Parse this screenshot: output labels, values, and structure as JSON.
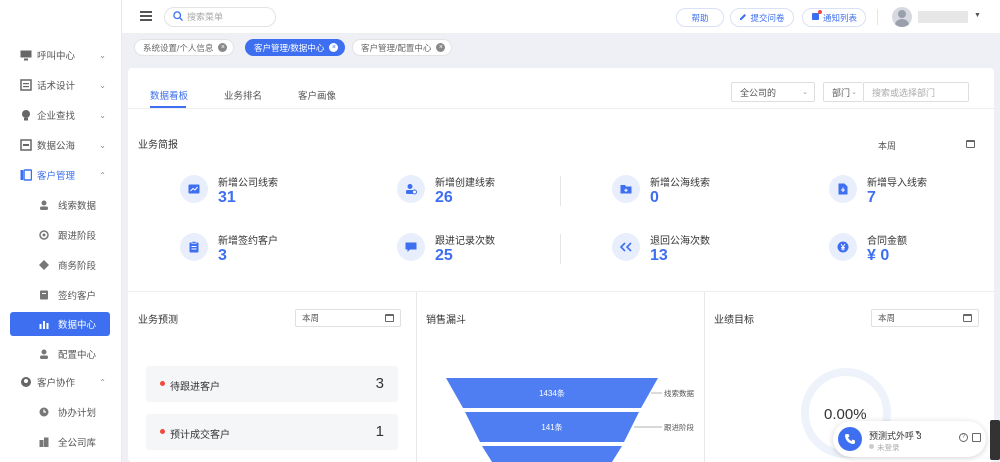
{
  "sidebar": {
    "items": [
      {
        "label": "呼叫中心",
        "icon": "monitor-icon",
        "chevron": "⌄"
      },
      {
        "label": "话术设计",
        "icon": "script-icon",
        "chevron": "⌄"
      },
      {
        "label": "企业查找",
        "icon": "bulb-icon",
        "chevron": "⌄"
      },
      {
        "label": "数据公海",
        "icon": "sea-icon",
        "chevron": "⌄"
      },
      {
        "label": "客户管理",
        "icon": "customer-icon",
        "chevron": "⌃"
      },
      {
        "label": "线索数据",
        "icon": "user-icon"
      },
      {
        "label": "跟进阶段",
        "icon": "target-icon"
      },
      {
        "label": "商务阶段",
        "icon": "stage-icon"
      },
      {
        "label": "签约客户",
        "icon": "contract-icon"
      },
      {
        "label": "数据中心",
        "icon": "bar-chart-icon"
      },
      {
        "label": "配置中心",
        "icon": "config-icon"
      },
      {
        "label": "客户协作",
        "icon": "collab-icon",
        "chevron": "⌃"
      },
      {
        "label": "协办计划",
        "icon": "clock-icon"
      },
      {
        "label": "全公司库",
        "icon": "company-icon"
      }
    ]
  },
  "topbar": {
    "search_placeholder": "搜索菜单",
    "buttons": [
      {
        "label": "帮助"
      },
      {
        "label": "提交问卷",
        "icon": "edit-icon"
      },
      {
        "label": "通知列表",
        "icon": "bell-icon"
      }
    ]
  },
  "tags": [
    {
      "label": "系统设置/个人信息"
    },
    {
      "label": "客户管理/数据中心"
    },
    {
      "label": "客户管理/配置中心"
    }
  ],
  "tabs": [
    "数据看板",
    "业务排名",
    "客户画像"
  ],
  "filters": {
    "scope": "全公司的",
    "dept_label": "部门",
    "dept_placeholder": "搜索或选择部门"
  },
  "overview": {
    "title": "业务简报",
    "period": "本周",
    "metrics": [
      {
        "label": "新增公司线索",
        "value": "31",
        "icon": "chart-icon"
      },
      {
        "label": "新增创建线索",
        "value": "26",
        "icon": "user-plus-icon"
      },
      {
        "label": "新增公海线索",
        "value": "0",
        "icon": "folder-icon"
      },
      {
        "label": "新增导入线索",
        "value": "7",
        "icon": "import-icon"
      },
      {
        "label": "新增签约客户",
        "value": "3",
        "icon": "clipboard-icon"
      },
      {
        "label": "跟进记录次数",
        "value": "25",
        "icon": "chat-icon"
      },
      {
        "label": "退回公海次数",
        "value": "13",
        "icon": "return-icon"
      },
      {
        "label": "合同金额",
        "value": "¥ 0",
        "icon": "yen-icon"
      }
    ]
  },
  "forecast": {
    "title": "业务预测",
    "period": "本周",
    "items": [
      {
        "label": "待跟进客户",
        "value": "3"
      },
      {
        "label": "预计成交客户",
        "value": "1"
      }
    ]
  },
  "funnel": {
    "title": "销售漏斗",
    "stages": [
      {
        "value": "1434条",
        "label": "线索数据"
      },
      {
        "value": "141条",
        "label": "跟进阶段"
      }
    ]
  },
  "target": {
    "title": "业绩目标",
    "period": "本周",
    "percent": "0.00%"
  },
  "call_widget": {
    "label": "预测式外呼 3",
    "status": "未登录"
  },
  "colors": {
    "accent": "#3d6ff0",
    "funnel": "#4f7ef3",
    "danger": "#f04a3a"
  }
}
